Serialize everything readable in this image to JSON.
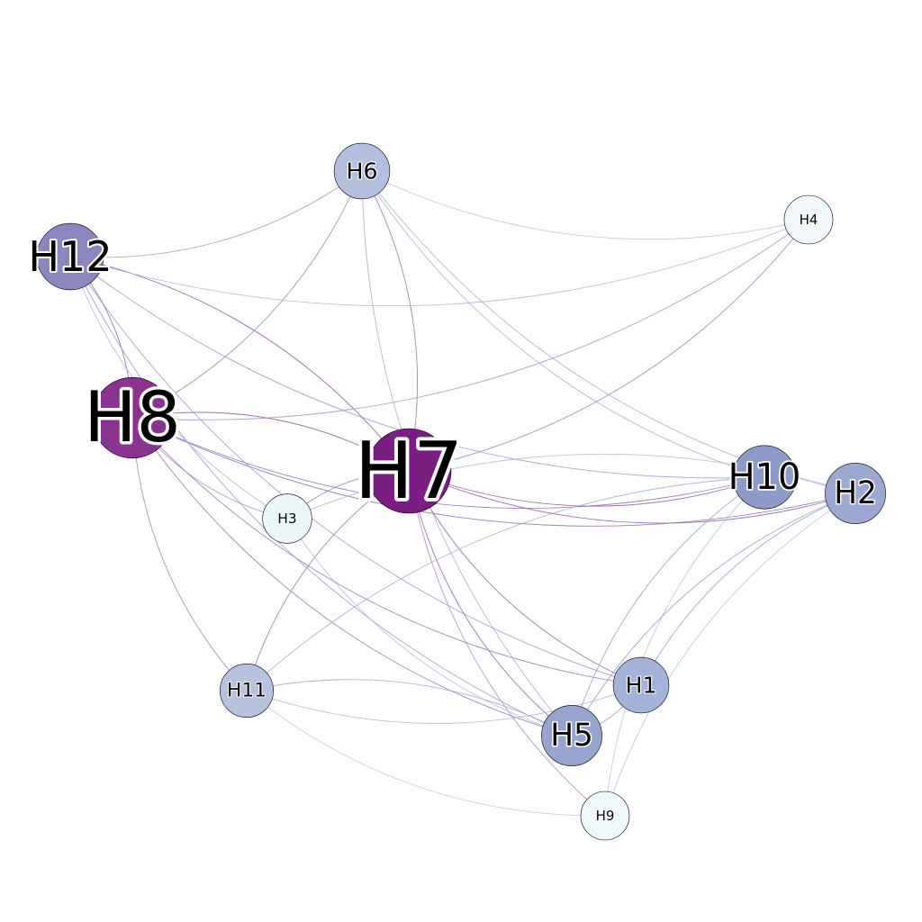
{
  "graph": {
    "nodes": [
      {
        "id": "H1",
        "label": "H1",
        "color": "#a4b3d8",
        "degree": 8
      },
      {
        "id": "H2",
        "label": "H2",
        "color": "#9aa8d2",
        "degree": 10
      },
      {
        "id": "H3",
        "label": "H3",
        "color": "#eaf6f8",
        "degree": 4
      },
      {
        "id": "H4",
        "label": "H4",
        "color": "#f0f8fa",
        "degree": 3
      },
      {
        "id": "H5",
        "label": "H5",
        "color": "#97a4cf",
        "degree": 10
      },
      {
        "id": "H6",
        "label": "H6",
        "color": "#b3bfdd",
        "degree": 8
      },
      {
        "id": "H7",
        "label": "H7",
        "color": "#7b1e83",
        "degree": 17
      },
      {
        "id": "H8",
        "label": "H8",
        "color": "#8a3391",
        "degree": 16
      },
      {
        "id": "H9",
        "label": "H9",
        "color": "#eef7f9",
        "degree": 3
      },
      {
        "id": "H10",
        "label": "H10",
        "color": "#8e9ac9",
        "degree": 11
      },
      {
        "id": "H11",
        "label": "H11",
        "color": "#b7c2df",
        "degree": 7
      },
      {
        "id": "H12",
        "label": "H12",
        "color": "#8a86be",
        "degree": 12
      }
    ],
    "edges": [
      {
        "source": "H7",
        "target": "H8",
        "color": "#8a3c96"
      },
      {
        "source": "H7",
        "target": "H12",
        "color": "#8a4f9e"
      },
      {
        "source": "H7",
        "target": "H10",
        "color": "#8c5aa2"
      },
      {
        "source": "H7",
        "target": "H2",
        "color": "#8c5aa2"
      },
      {
        "source": "H7",
        "target": "H5",
        "color": "#9060a6"
      },
      {
        "source": "H7",
        "target": "H1",
        "color": "#9060a6"
      },
      {
        "source": "H7",
        "target": "H6",
        "color": "#9a6cae"
      },
      {
        "source": "H7",
        "target": "H4",
        "color": "#a873b5"
      },
      {
        "source": "H7",
        "target": "H3",
        "color": "#9d7cb8"
      },
      {
        "source": "H7",
        "target": "H11",
        "color": "#9a6cae"
      },
      {
        "source": "H7",
        "target": "H9",
        "color": "#b580c0"
      },
      {
        "source": "H8",
        "target": "H12",
        "color": "#8a5aa4"
      },
      {
        "source": "H8",
        "target": "H10",
        "color": "#8c6aae"
      },
      {
        "source": "H8",
        "target": "H2",
        "color": "#8c6aae"
      },
      {
        "source": "H8",
        "target": "H5",
        "color": "#8f72b2"
      },
      {
        "source": "H8",
        "target": "H1",
        "color": "#8f72b2"
      },
      {
        "source": "H8",
        "target": "H6",
        "color": "#9a80bc"
      },
      {
        "source": "H8",
        "target": "H4",
        "color": "#ad88c4"
      },
      {
        "source": "H8",
        "target": "H3",
        "color": "#a492c6"
      },
      {
        "source": "H8",
        "target": "H11",
        "color": "#9a80bc"
      },
      {
        "source": "H12",
        "target": "H6",
        "color": "#8f96c8"
      },
      {
        "source": "H12",
        "target": "H4",
        "color": "#aab4d8"
      },
      {
        "source": "H12",
        "target": "H5",
        "color": "#8f96c8"
      },
      {
        "source": "H12",
        "target": "H1",
        "color": "#8f96c8"
      },
      {
        "source": "H12",
        "target": "H3",
        "color": "#a8b2d6"
      },
      {
        "source": "H12",
        "target": "H10",
        "color": "#8f96c8"
      },
      {
        "source": "H6",
        "target": "H4",
        "color": "#b8c2e0"
      },
      {
        "source": "H6",
        "target": "H5",
        "color": "#a1acd4"
      },
      {
        "source": "H6",
        "target": "H10",
        "color": "#a1acd4"
      },
      {
        "source": "H6",
        "target": "H2",
        "color": "#a1acd4"
      },
      {
        "source": "H10",
        "target": "H5",
        "color": "#8e9ac9"
      },
      {
        "source": "H10",
        "target": "H11",
        "color": "#9ea9d2"
      },
      {
        "source": "H10",
        "target": "H9",
        "color": "#b6c0e0"
      },
      {
        "source": "H2",
        "target": "H5",
        "color": "#8e9ac9"
      },
      {
        "source": "H2",
        "target": "H1",
        "color": "#8e9ac9"
      },
      {
        "source": "H2",
        "target": "H9",
        "color": "#b6c0e0"
      },
      {
        "source": "H2",
        "target": "H3",
        "color": "#aab4d8"
      },
      {
        "source": "H5",
        "target": "H11",
        "color": "#9ea9d2"
      },
      {
        "source": "H5",
        "target": "H1",
        "color": "#8e9ac9"
      },
      {
        "source": "H11",
        "target": "H1",
        "color": "#a4b0d6"
      },
      {
        "source": "H11",
        "target": "H9",
        "color": "#c0c9e4"
      },
      {
        "source": "H3",
        "target": "H5",
        "color": "#b0bada"
      }
    ]
  }
}
